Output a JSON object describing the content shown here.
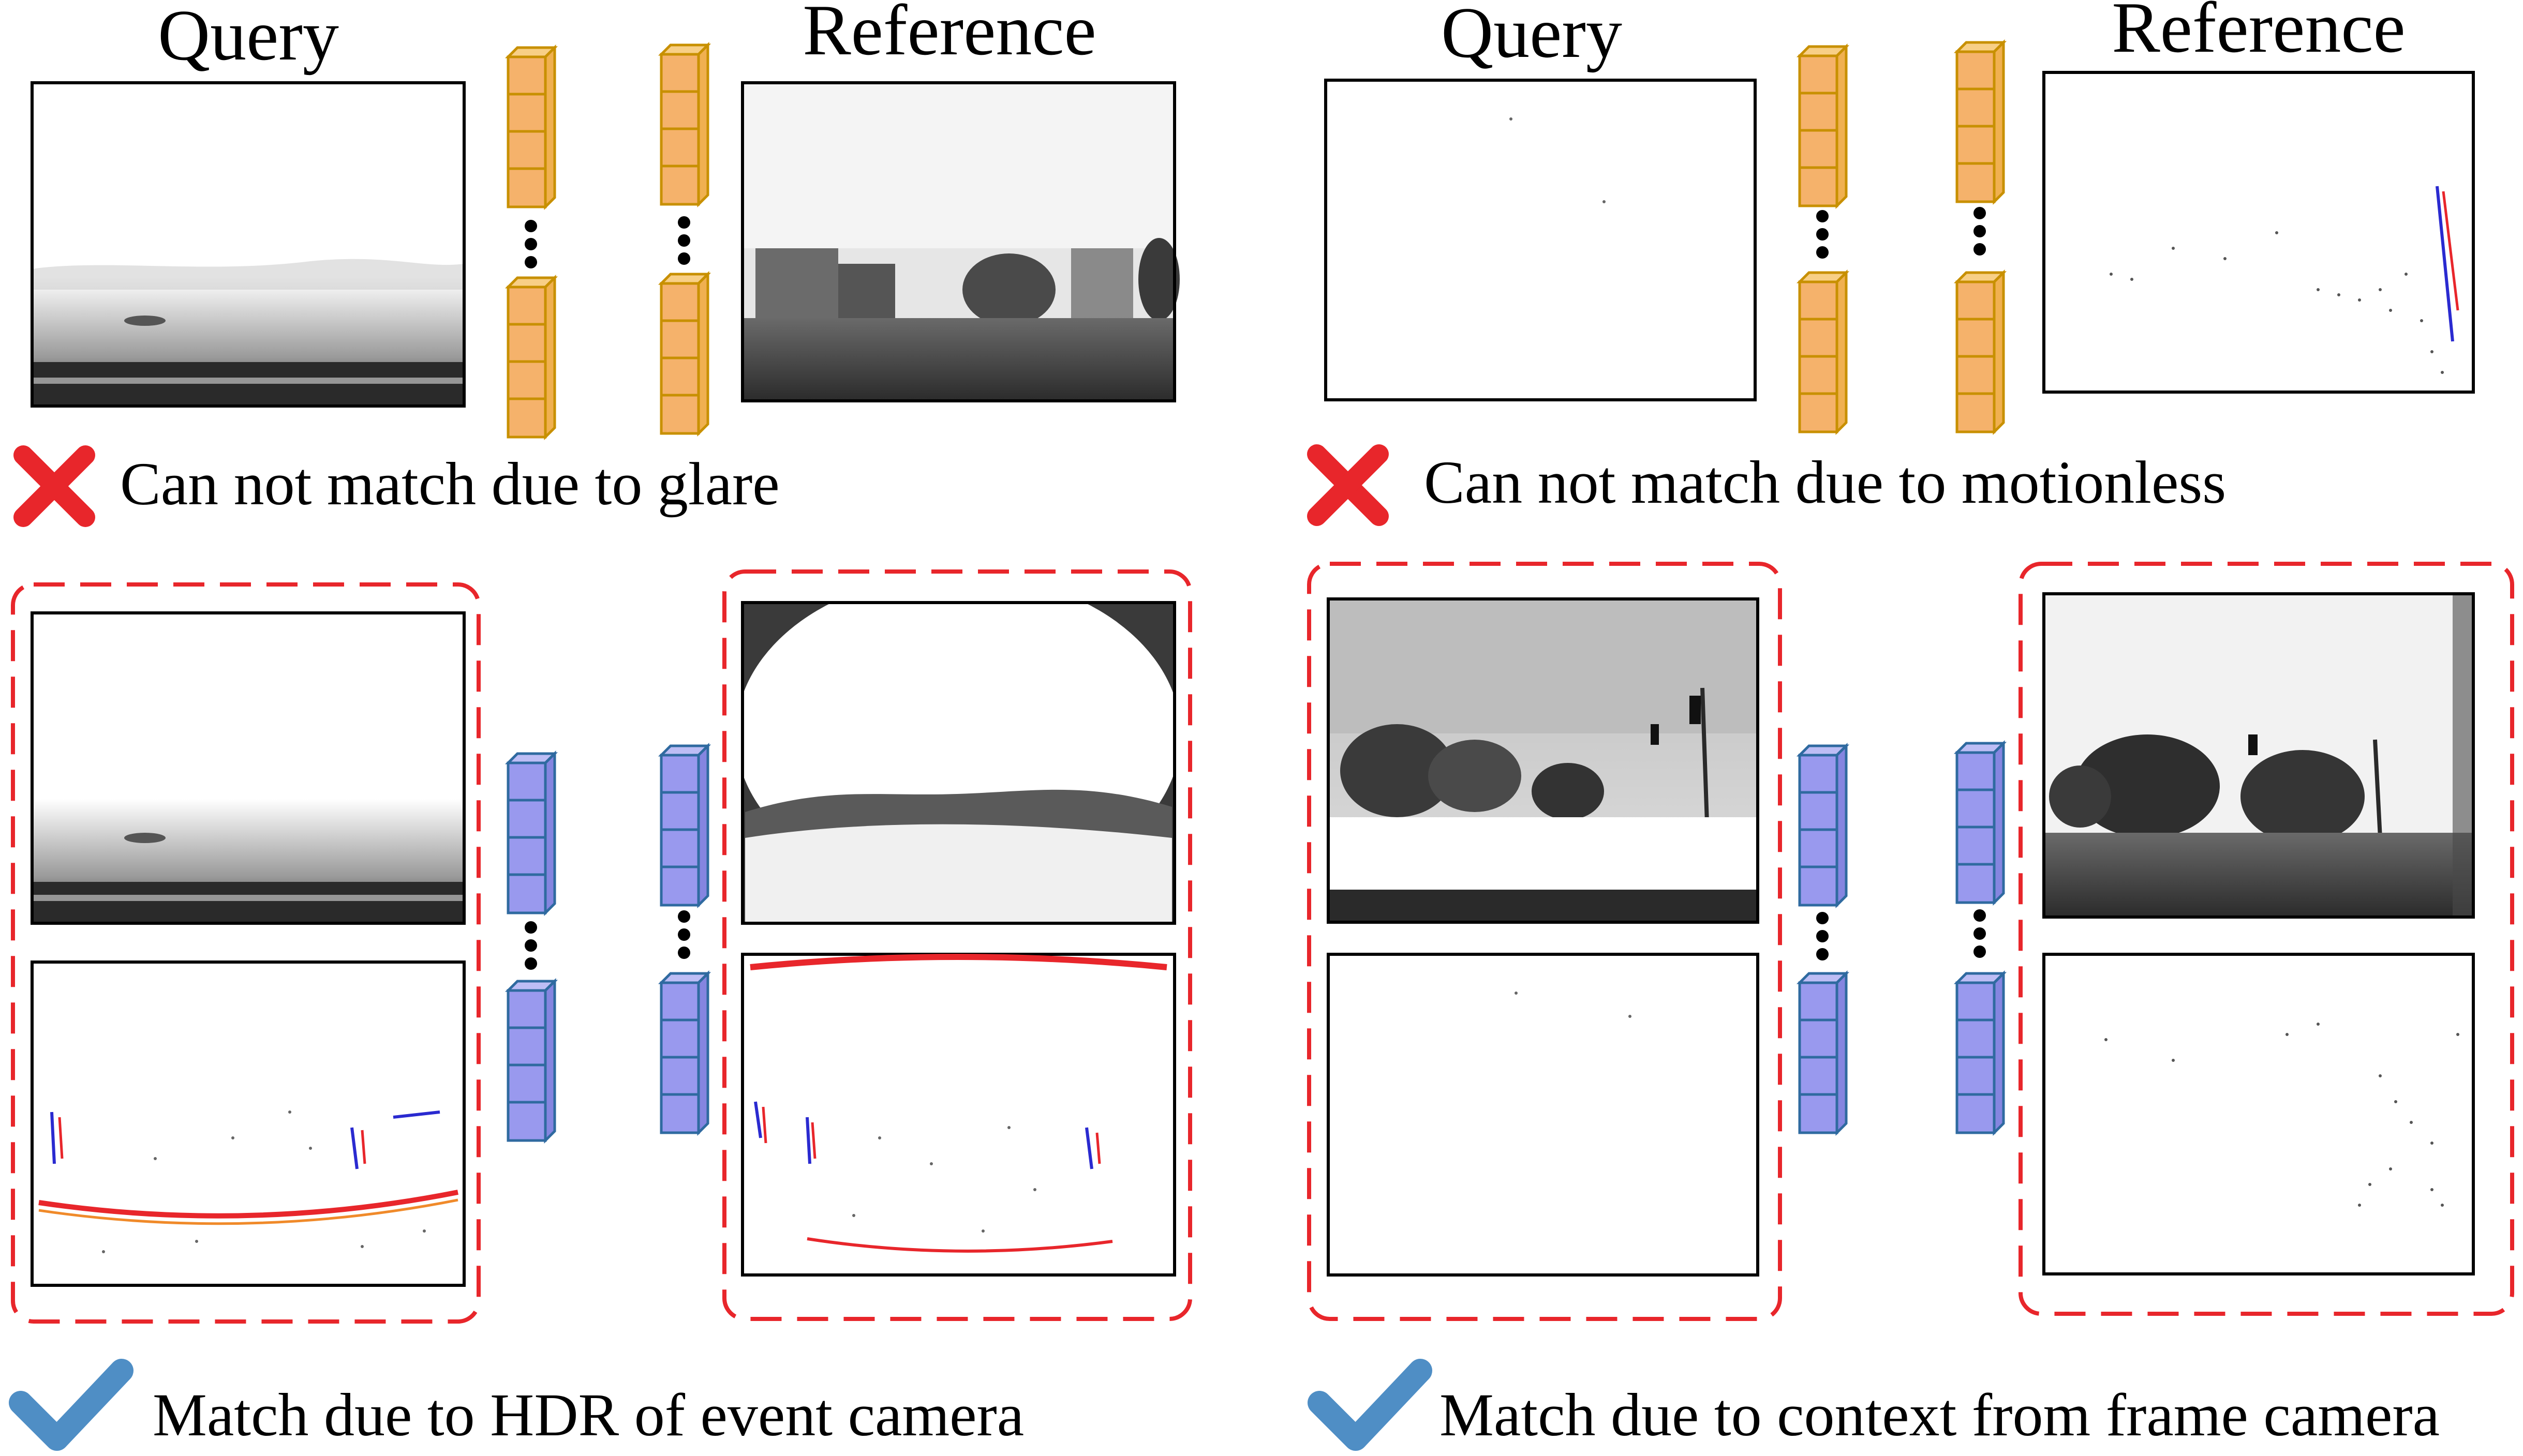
{
  "panels": {
    "top_left": {
      "query_label": "Query",
      "reference_label": "Reference",
      "caption": "Can not match due to glare",
      "result": "fail",
      "feature_color": "#f5b26b"
    },
    "top_right": {
      "query_label": "Query",
      "reference_label": "Reference",
      "caption": "Can not match due to motionless",
      "result": "fail",
      "feature_color": "#f5b26b"
    },
    "bottom_left": {
      "caption": "Match due to HDR of event camera",
      "result": "success",
      "feature_color": "#9999ee"
    },
    "bottom_right": {
      "caption": "Match due to context from frame camera",
      "result": "success",
      "feature_color": "#9999ee"
    }
  },
  "colors": {
    "cross": "#e8262b",
    "check": "#4f8ec5",
    "dashed_box": "#e8262b",
    "event_red": "#e8262b",
    "event_blue": "#2a2ad0"
  },
  "icons": {
    "fail": "cross-icon",
    "success": "check-icon",
    "feature": "feature-vector-icon"
  }
}
